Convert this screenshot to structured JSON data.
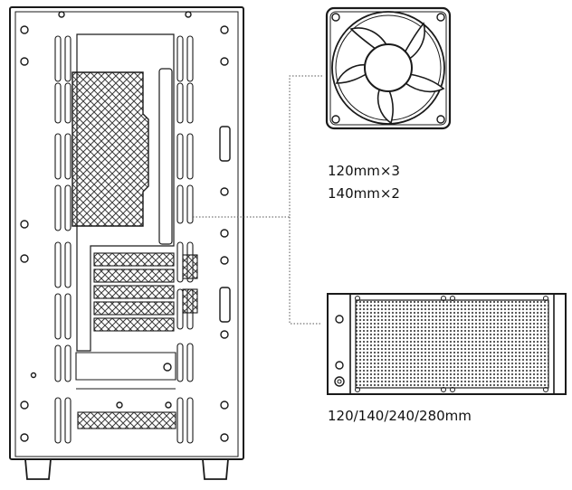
{
  "labels": {
    "fan_qty_120": "120mm×3",
    "fan_qty_140": "140mm×2",
    "radiator_sizes": "120/140/240/280mm"
  },
  "colors": {
    "line": "#1a1a1a",
    "mesh": "#3a3a3a",
    "leader": "#555555",
    "background": "#ffffff"
  },
  "icons": {
    "fan": "fan-icon",
    "radiator": "radiator-icon",
    "case": "pc-case-side-panel"
  }
}
